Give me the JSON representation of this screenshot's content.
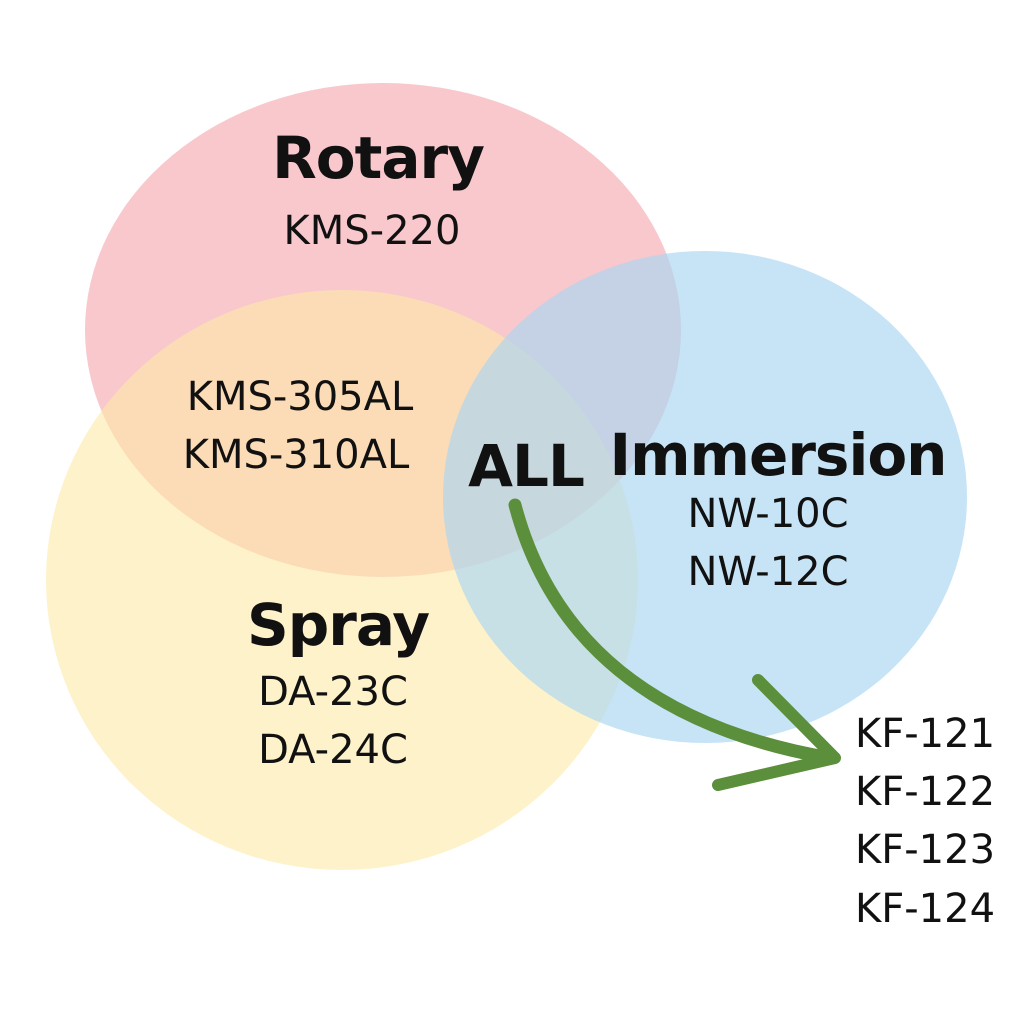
{
  "colors": {
    "rotary": "#f4aab0",
    "spray": "#fde9a8",
    "immersion": "#a9d6f2",
    "arrow": "#5b8f3b"
  },
  "rotary": {
    "title": "Rotary",
    "models": [
      "KMS-220"
    ]
  },
  "rotary_spray": {
    "models": [
      "KMS-305AL",
      "KMS-310AL"
    ]
  },
  "spray": {
    "title": "Spray",
    "models": [
      "DA-23C",
      "DA-24C"
    ]
  },
  "immersion": {
    "title": "Immersion",
    "models": [
      "NW-10C",
      "NW-12C"
    ]
  },
  "center": {
    "label": "ALL"
  },
  "all_models": [
    "KF-121",
    "KF-122",
    "KF-123",
    "KF-124"
  ]
}
